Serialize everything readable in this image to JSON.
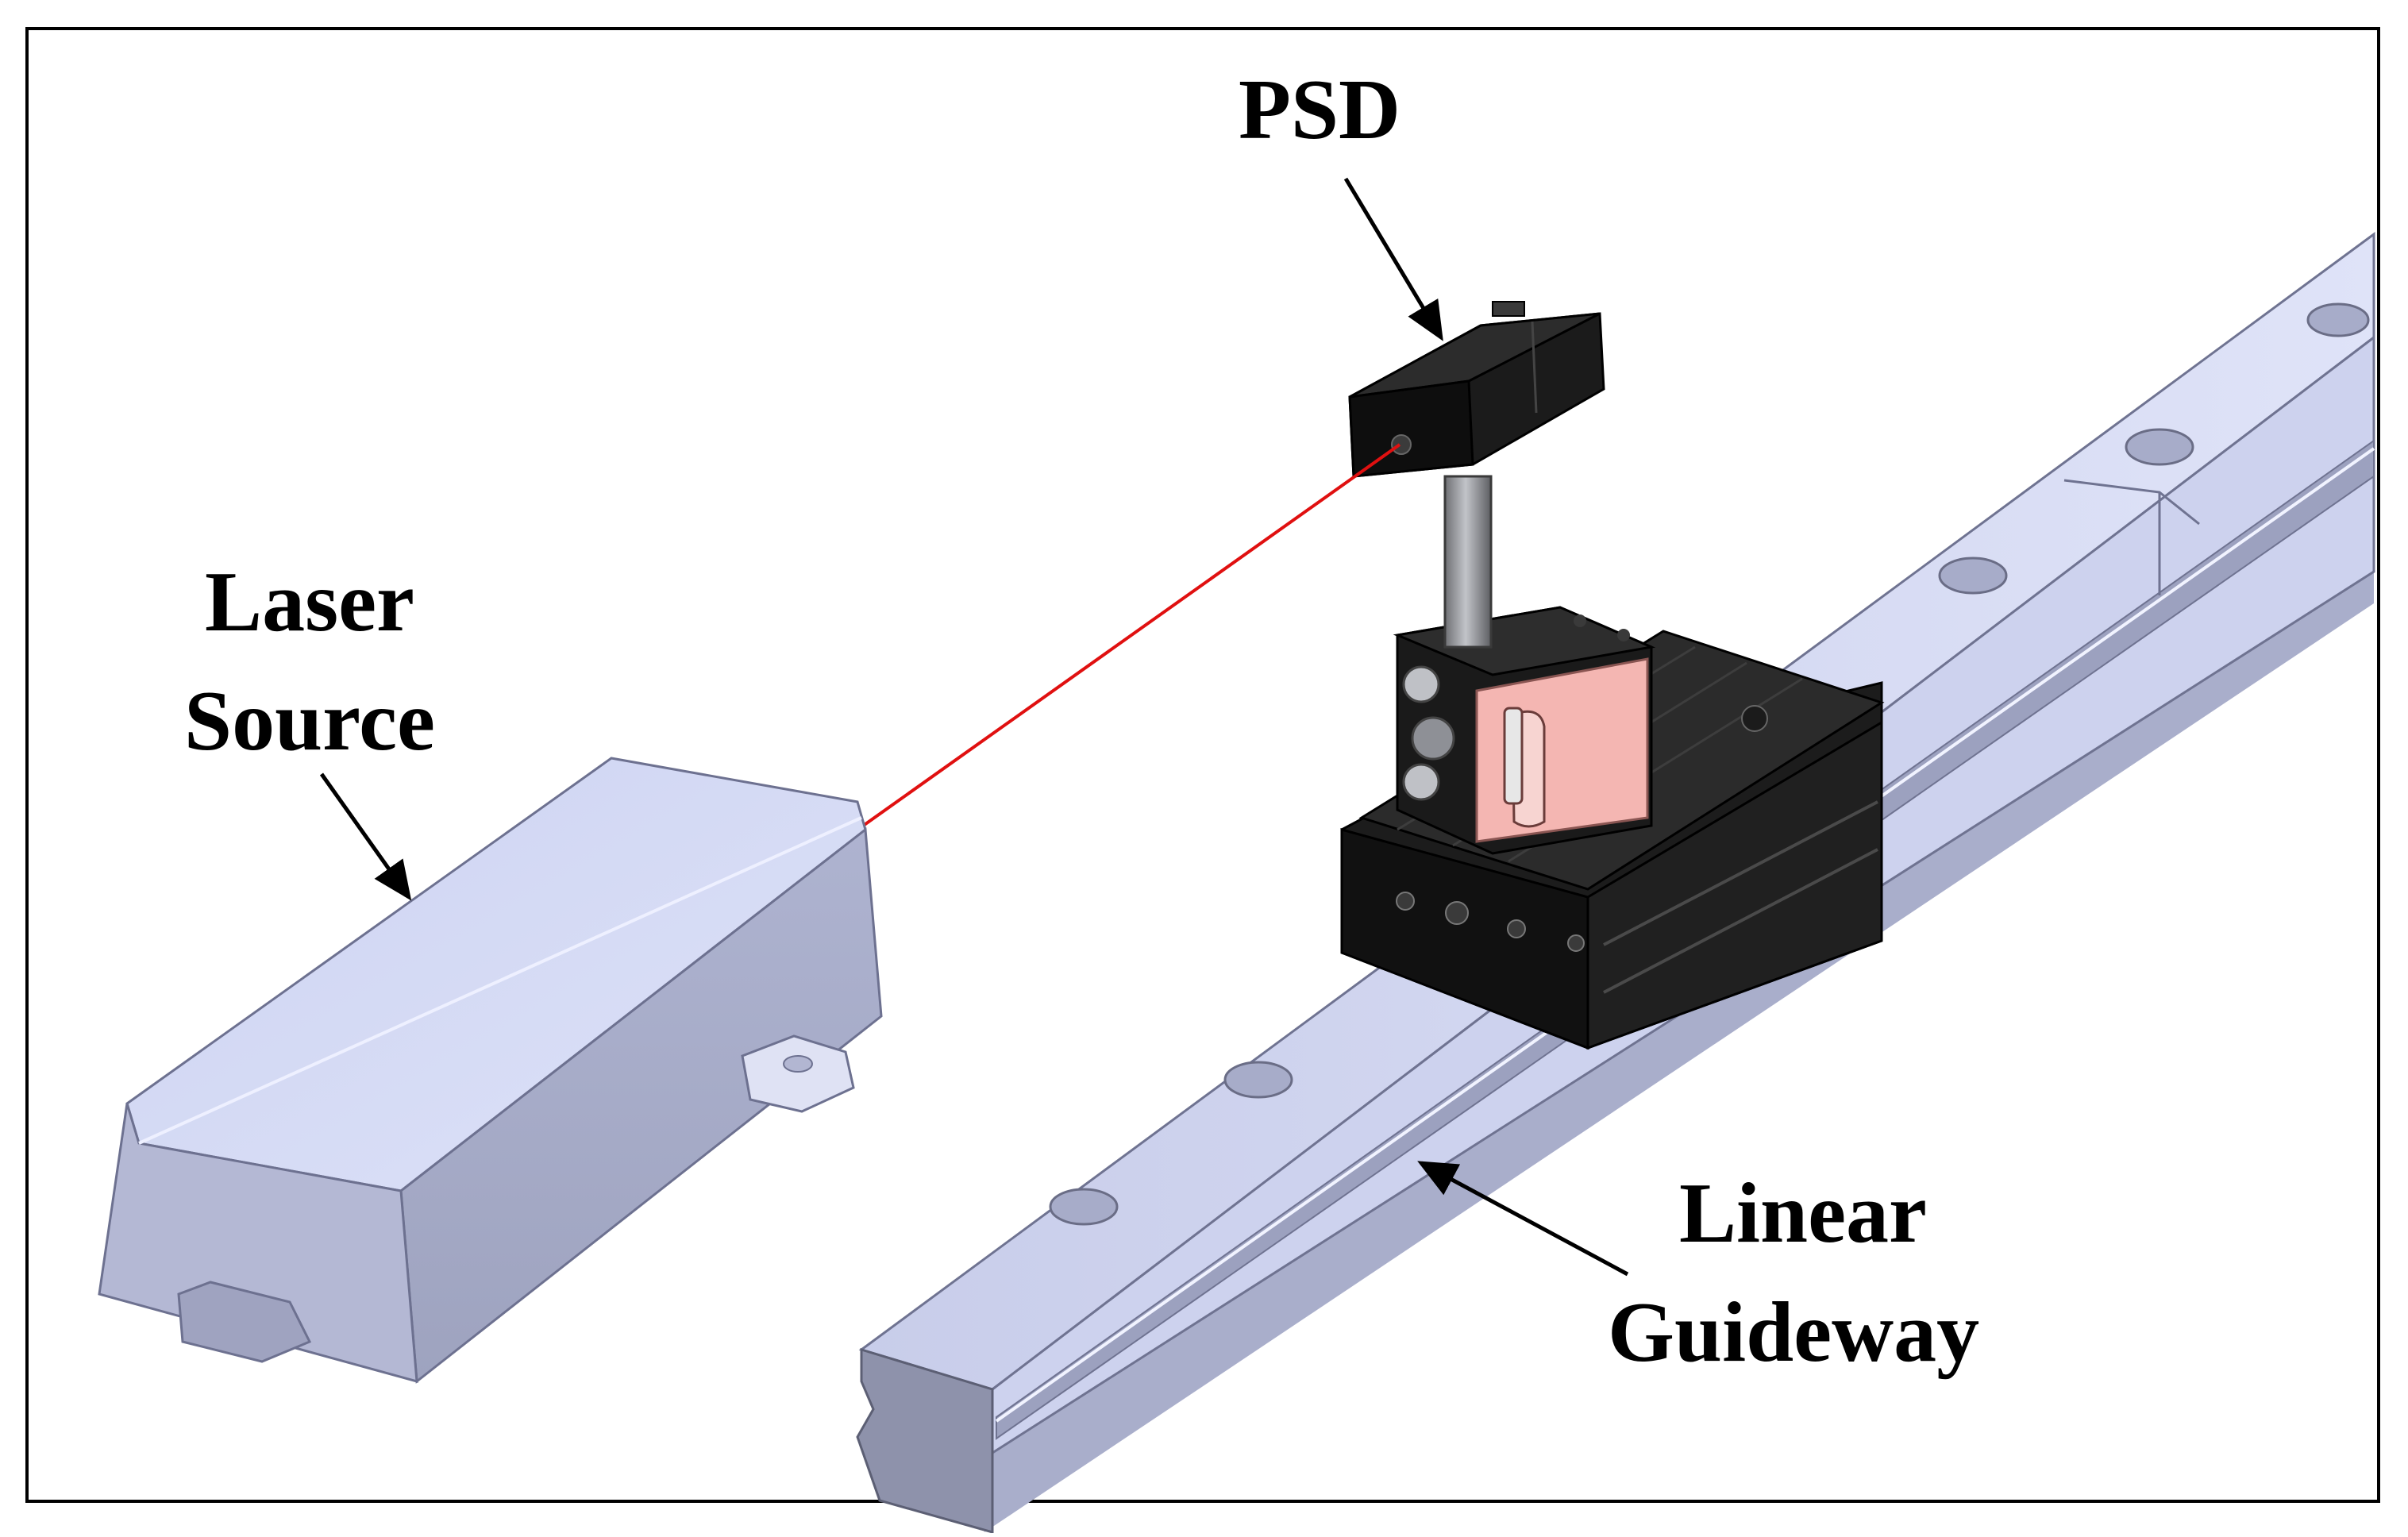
{
  "labels": {
    "psd": "PSD",
    "laser_source_line1": "Laser",
    "laser_source_line2": "Source",
    "linear_guideway_line1": "Linear",
    "linear_guideway_line2": "Guideway"
  },
  "colors": {
    "frame": "#000000",
    "aluminium_light": "#d6dcf6",
    "aluminium_mid": "#b7bdde",
    "aluminium_dark": "#8f93ad",
    "black_part": "#141414",
    "pink_mount": "#f4b6b2",
    "laser_beam": "#e01010"
  }
}
